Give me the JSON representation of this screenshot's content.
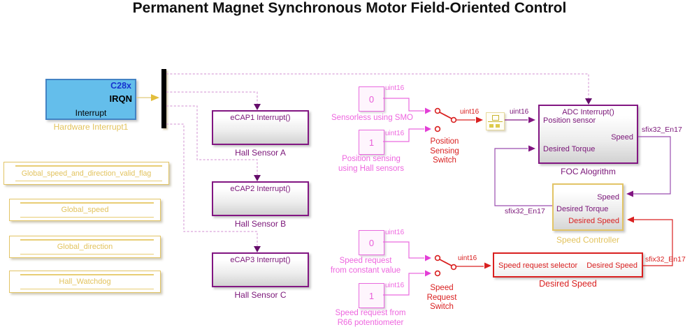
{
  "title": "Permanent Magnet Synchronous Motor Field-Oriented Control",
  "hardware_interrupt": {
    "chip_label": "C28x",
    "port_label": "IRQN",
    "name_label": "Interrupt",
    "caption": "Hardware Interrupt1"
  },
  "hall_sensors": [
    {
      "port": "eCAP1 Interrupt()",
      "caption": "Hall Sensor A"
    },
    {
      "port": "eCAP2 Interrupt()",
      "caption": "Hall Sensor B"
    },
    {
      "port": "eCAP3 Interrupt()",
      "caption": "Hall Sensor C"
    }
  ],
  "data_stores": [
    {
      "name": "Global_speed_and_direction_valid_flag"
    },
    {
      "name": "Global_speed"
    },
    {
      "name": "Global_direction"
    },
    {
      "name": "Hall_Watchdog"
    }
  ],
  "position_source": {
    "const0": {
      "value": "0",
      "dtype": "uint16",
      "caption": "Sensorless using SMO"
    },
    "const1": {
      "value": "1",
      "dtype": "uint16",
      "caption_line1": "Position sensing",
      "caption_line2": "using Hall sensors"
    },
    "switch": {
      "line1": "Position",
      "line2": "Sensing",
      "line3": "Switch",
      "out_dtype": "uint16"
    }
  },
  "speed_source": {
    "const0": {
      "value": "0",
      "dtype": "uint16",
      "caption_line1": "Speed request",
      "caption_line2": "from constant value"
    },
    "const1": {
      "value": "1",
      "dtype": "uint16",
      "caption_line1": "Speed request from",
      "caption_line2": "R66 potentiometer"
    },
    "switch": {
      "line1": "Speed",
      "line2": "Request",
      "line3": "Switch",
      "out_dtype": "uint16"
    }
  },
  "foc": {
    "trigger_port": "ADC Interrupt()",
    "in_position": "Position sensor",
    "in_torque": "Desired Torque",
    "out_speed": "Speed",
    "caption": "FOC Alogrithm",
    "in_dtype": "uint16",
    "out_dtype": "sfix32_En17"
  },
  "speed_controller": {
    "in_speed": "Speed",
    "out_torque": "Desired Torque",
    "in_desired_speed": "Desired Speed",
    "caption": "Speed Controller",
    "out_dtype": "sfix32_En17"
  },
  "desired_speed_block": {
    "in": "Speed request selector",
    "out": "Desired Speed",
    "caption": "Desired Speed",
    "out_dtype": "sfix32_En17"
  }
}
